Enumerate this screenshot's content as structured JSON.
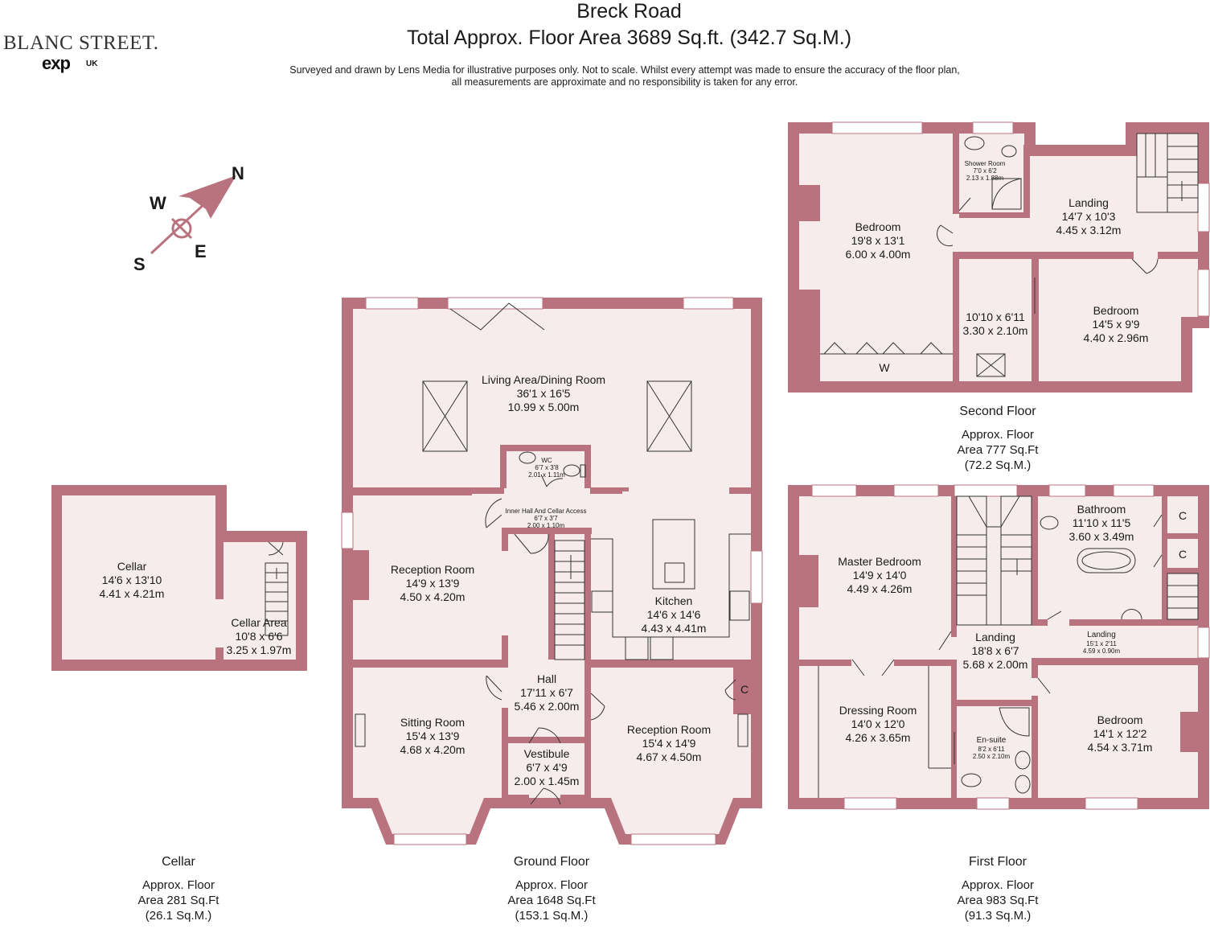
{
  "header": {
    "title": "Breck Road",
    "subtitle": "Total Approx. Floor Area 3689 Sq.ft. (342.7 Sq.M.)",
    "note_line1": "Surveyed and drawn by Lens Media for illustrative purposes only. Not to scale. Whilst every attempt was made to ensure the accuracy of the floor plan,",
    "note_line2": "all measurements are approximate and no responsibility is taken for any error."
  },
  "brand": {
    "name": "BLANC STREET.",
    "partner": "exp",
    "region": "UK"
  },
  "compass": {
    "n": "N",
    "s": "S",
    "e": "E",
    "w": "W"
  },
  "colors": {
    "wall": "#b8737f",
    "floor": "#f7ecec",
    "window": "#ffffff",
    "line": "#333333"
  },
  "floors": {
    "cellar": {
      "name": "Cellar",
      "area1": "Approx. Floor",
      "area2": "Area 281 Sq.Ft",
      "area3": "(26.1 Sq.M.)"
    },
    "ground": {
      "name": "Ground Floor",
      "area1": "Approx. Floor",
      "area2": "Area 1648 Sq.Ft",
      "area3": "(153.1 Sq.M.)"
    },
    "first": {
      "name": "First Floor",
      "area1": "Approx. Floor",
      "area2": "Area 983 Sq.Ft",
      "area3": "(91.3 Sq.M.)"
    },
    "second": {
      "name": "Second Floor",
      "area1": "Approx. Floor",
      "area2": "Area 777 Sq.Ft",
      "area3": "(72.2 Sq.M.)"
    }
  },
  "rooms": {
    "cellar": {
      "name": "Cellar",
      "imp": "14'6 x 13'10",
      "met": "4.41 x 4.21m"
    },
    "cellar_area": {
      "name": "Cellar Area",
      "imp": "10'8 x 6'6",
      "met": "3.25 x 1.97m"
    },
    "living": {
      "name": "Living Area/Dining Room",
      "imp": "36'1 x 16'5",
      "met": "10.99 x 5.00m"
    },
    "wc": {
      "name": "WC",
      "imp": "6'7 x 3'8",
      "met": "2.01 x 1.11m"
    },
    "inner_hall": {
      "name": "Inner Hall And Cellar Access",
      "imp": "6'7 x 3'7",
      "met": "2.00 x 1.10m"
    },
    "reception1": {
      "name": "Reception Room",
      "imp": "14'9 x 13'9",
      "met": "4.50 x 4.20m"
    },
    "kitchen": {
      "name": "Kitchen",
      "imp": "14'6 x 14'6",
      "met": "4.43 x 4.41m"
    },
    "hall": {
      "name": "Hall",
      "imp": "17'11 x 6'7",
      "met": "5.46 x 2.00m"
    },
    "sitting": {
      "name": "Sitting Room",
      "imp": "15'4 x 13'9",
      "met": "4.68 x 4.20m"
    },
    "reception2": {
      "name": "Reception Room",
      "imp": "15'4 x 14'9",
      "met": "4.67 x 4.50m"
    },
    "vestibule": {
      "name": "Vestibule",
      "imp": "6'7 x 4'9",
      "met": "2.00 x 1.45m"
    },
    "cupboard_g": "C",
    "bed2_1": {
      "name": "Bedroom",
      "imp": "19'8 x 13'1",
      "met": "6.00 x 4.00m"
    },
    "shower": {
      "name": "Shower Room",
      "imp": "7'0 x 6'2",
      "met": "2.13 x 1.88m"
    },
    "landing2": {
      "name": "Landing",
      "imp": "14'7 x 10'3",
      "met": "4.45 x 3.12m"
    },
    "box2": {
      "imp": "10'10 x 6'11",
      "met": "3.30 x 2.10m"
    },
    "bed2_2": {
      "name": "Bedroom",
      "imp": "14'5 x 9'9",
      "met": "4.40 x 2.96m"
    },
    "wardrobe": "W",
    "master": {
      "name": "Master Bedroom",
      "imp": "14'9 x 14'0",
      "met": "4.49 x 4.26m"
    },
    "bathroom": {
      "name": "Bathroom",
      "imp": "11'10 x 11'5",
      "met": "3.60 x 3.49m"
    },
    "landing1": {
      "name": "Landing",
      "imp": "18'8 x 6'7",
      "met": "5.68 x 2.00m"
    },
    "landing1b": {
      "name": "Landing",
      "imp": "15'1 x 2'11",
      "met": "4.59 x 0.90m"
    },
    "dressing": {
      "name": "Dressing Room",
      "imp": "14'0 x 12'0",
      "met": "4.26 x 3.65m"
    },
    "ensuite": {
      "name": "En-suite",
      "imp": "8'2 x 6'11",
      "met": "2.50 x 2.10m"
    },
    "bed1": {
      "name": "Bedroom",
      "imp": "14'1 x 12'2",
      "met": "4.54 x 3.71m"
    },
    "cupboard_1": "C"
  }
}
